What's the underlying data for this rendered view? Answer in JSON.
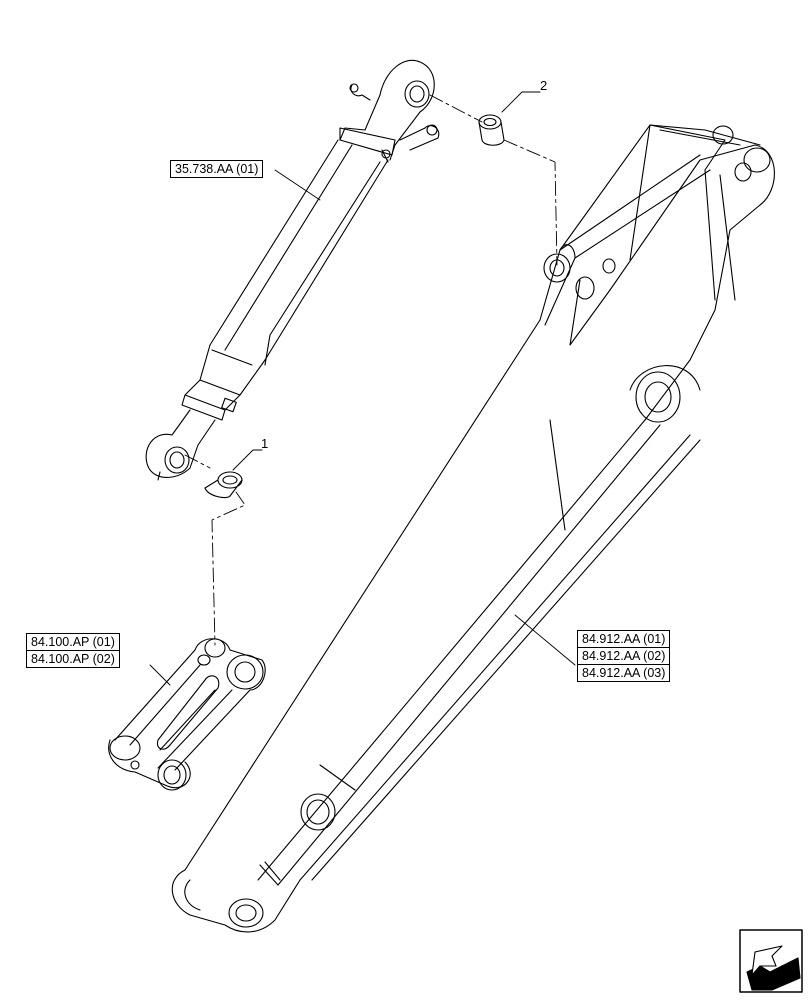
{
  "callouts": {
    "one": "1",
    "two": "2"
  },
  "references": {
    "cylinder": "35.738.AA (01)",
    "link_1": "84.100.AP (01)",
    "link_2": "84.100.AP (02)",
    "boom_1": "84.912.AA (01)",
    "boom_2": "84.912.AA (02)",
    "boom_3": "84.912.AA (03)"
  },
  "colors": {
    "line": "#000000",
    "background": "#ffffff"
  },
  "icons": {
    "nav": "arrow-navigation-icon"
  }
}
